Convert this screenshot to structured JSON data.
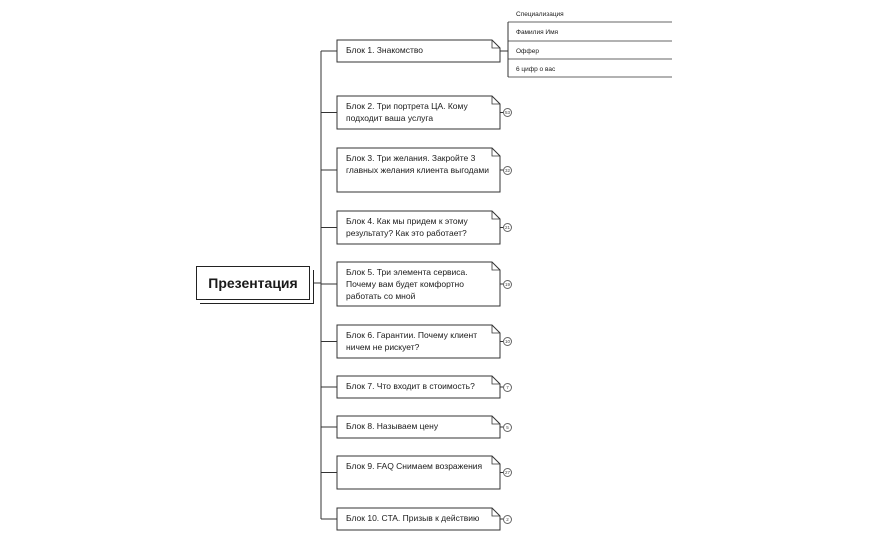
{
  "root": {
    "label": "Презентация"
  },
  "blocks": [
    {
      "label": "Блок 1. Знакомство",
      "badge": ""
    },
    {
      "label": "Блок 2. Три портрета ЦА. Кому подходит ваша услуга",
      "badge": "53"
    },
    {
      "label": "Блок 3. Три желания. Закройте 3 главных желания клиента выгодами",
      "badge": "32"
    },
    {
      "label": "Блок 4. Как мы придем к этому результату? Как это работает?",
      "badge": "21"
    },
    {
      "label": "Блок 5. Три элемента сервиса. Почему вам будет комфортно работать со мной",
      "badge": "19"
    },
    {
      "label": "Блок 6.  Гарантии.  Почему клиент ничем не рискует?",
      "badge": "10"
    },
    {
      "label": "Блок 7. Что входит в стоимость?",
      "badge": "7"
    },
    {
      "label": "Блок 8. Называем цену",
      "badge": "5"
    },
    {
      "label": "Блок 9. FAQ Снимаем возражения",
      "badge": "27"
    },
    {
      "label": "Блок 10. CTA. Призыв к действию",
      "badge": "2"
    }
  ],
  "block1_children": [
    {
      "label": "Специализация"
    },
    {
      "label": "Фамилия Имя"
    },
    {
      "label": "Оффер"
    },
    {
      "label": "6 цифр о вас"
    }
  ]
}
